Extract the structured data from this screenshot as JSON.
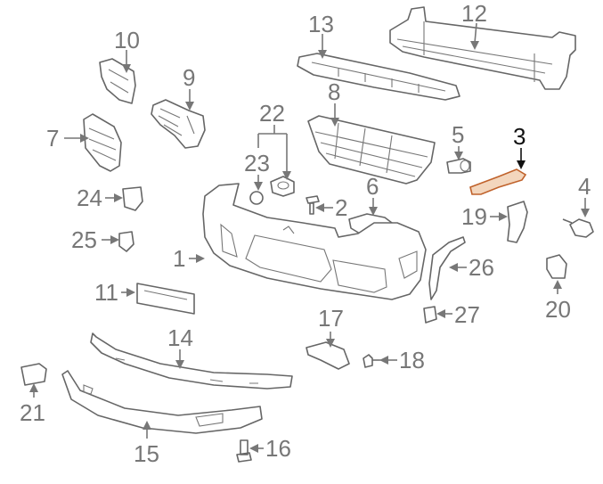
{
  "diagram": {
    "callouts": [
      {
        "id": "1",
        "label": "1"
      },
      {
        "id": "2",
        "label": "2"
      },
      {
        "id": "3",
        "label": "3",
        "highlighted": true
      },
      {
        "id": "4",
        "label": "4"
      },
      {
        "id": "5",
        "label": "5"
      },
      {
        "id": "6",
        "label": "6"
      },
      {
        "id": "7",
        "label": "7"
      },
      {
        "id": "8",
        "label": "8"
      },
      {
        "id": "9",
        "label": "9"
      },
      {
        "id": "10",
        "label": "10"
      },
      {
        "id": "11",
        "label": "11"
      },
      {
        "id": "12",
        "label": "12"
      },
      {
        "id": "13",
        "label": "13"
      },
      {
        "id": "14",
        "label": "14"
      },
      {
        "id": "15",
        "label": "15"
      },
      {
        "id": "16",
        "label": "16"
      },
      {
        "id": "17",
        "label": "17"
      },
      {
        "id": "18",
        "label": "18"
      },
      {
        "id": "19",
        "label": "19"
      },
      {
        "id": "20",
        "label": "20"
      },
      {
        "id": "21",
        "label": "21"
      },
      {
        "id": "22",
        "label": "22"
      },
      {
        "id": "23",
        "label": "23"
      },
      {
        "id": "24",
        "label": "24"
      },
      {
        "id": "25",
        "label": "25"
      },
      {
        "id": "26",
        "label": "26"
      },
      {
        "id": "27",
        "label": "27"
      }
    ],
    "colors": {
      "line": "#666666",
      "label": "#777777",
      "highlight_fill": "#f3d6bd",
      "highlight_stroke": "#c0622b",
      "highlight_label": "#111111"
    }
  }
}
